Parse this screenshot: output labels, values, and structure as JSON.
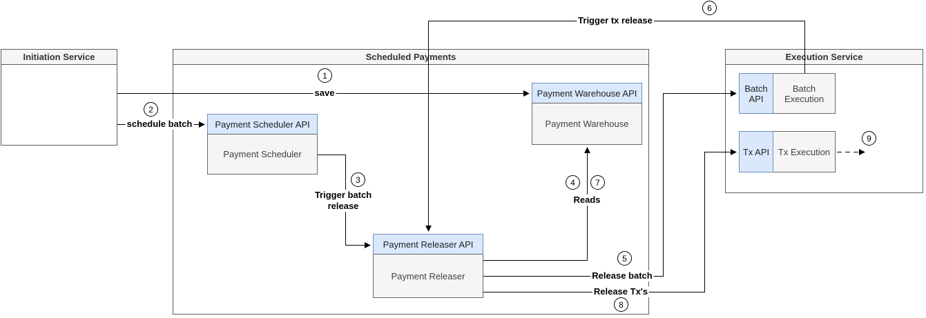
{
  "containers": {
    "initiation": {
      "title": "Initiation Service"
    },
    "scheduled": {
      "title": "Scheduled Payments"
    },
    "execution": {
      "title": "Execution Service"
    }
  },
  "nodes": {
    "scheduler": {
      "header": "Payment Scheduler API",
      "body": "Payment Scheduler"
    },
    "warehouse": {
      "header": "Payment Warehouse API",
      "body": "Payment Warehouse"
    },
    "releaser": {
      "header": "Payment Releaser API",
      "body": "Payment Releaser"
    },
    "batch": {
      "api": "Batch API",
      "exec": "Batch Execution"
    },
    "tx": {
      "api": "Tx API",
      "exec": "Tx Execution"
    }
  },
  "edges": [
    {
      "step": "1",
      "label": "save",
      "from": "Initiation Service",
      "to": "Payment Warehouse API",
      "style": "solid"
    },
    {
      "step": "2",
      "label": "schedule batch",
      "from": "Initiation Service",
      "to": "Payment Scheduler API",
      "style": "solid"
    },
    {
      "step": "3",
      "label": "Trigger batch release",
      "from": "Payment Scheduler",
      "to": "Payment Releaser API",
      "style": "solid"
    },
    {
      "step": "4",
      "label": "Reads",
      "from": "Payment Releaser",
      "to": "Payment Warehouse",
      "style": "solid"
    },
    {
      "step": "5",
      "label": "Release batch",
      "from": "Payment Releaser",
      "to": "Batch API",
      "style": "solid"
    },
    {
      "step": "6",
      "label": "Trigger tx release",
      "from": "Batch Execution",
      "to": "Payment Releaser API",
      "style": "solid"
    },
    {
      "step": "7",
      "label": "Reads",
      "from": "Payment Releaser",
      "to": "Payment Warehouse",
      "style": "solid"
    },
    {
      "step": "8",
      "label": "Release Tx's",
      "from": "Payment Releaser",
      "to": "Tx API",
      "style": "solid"
    },
    {
      "step": "9",
      "label": "",
      "from": "Tx Execution",
      "to": "",
      "style": "dashed"
    }
  ],
  "colors": {
    "node_header_fill": "#dae8fc",
    "node_header_stroke": "#6c8ebf",
    "node_body_fill": "#f5f5f5",
    "node_body_stroke": "#666666",
    "container_header_fill": "#f5f5f5",
    "container_stroke": "#5b5b5b",
    "edge_stroke": "#000000",
    "background": "#ffffff"
  }
}
